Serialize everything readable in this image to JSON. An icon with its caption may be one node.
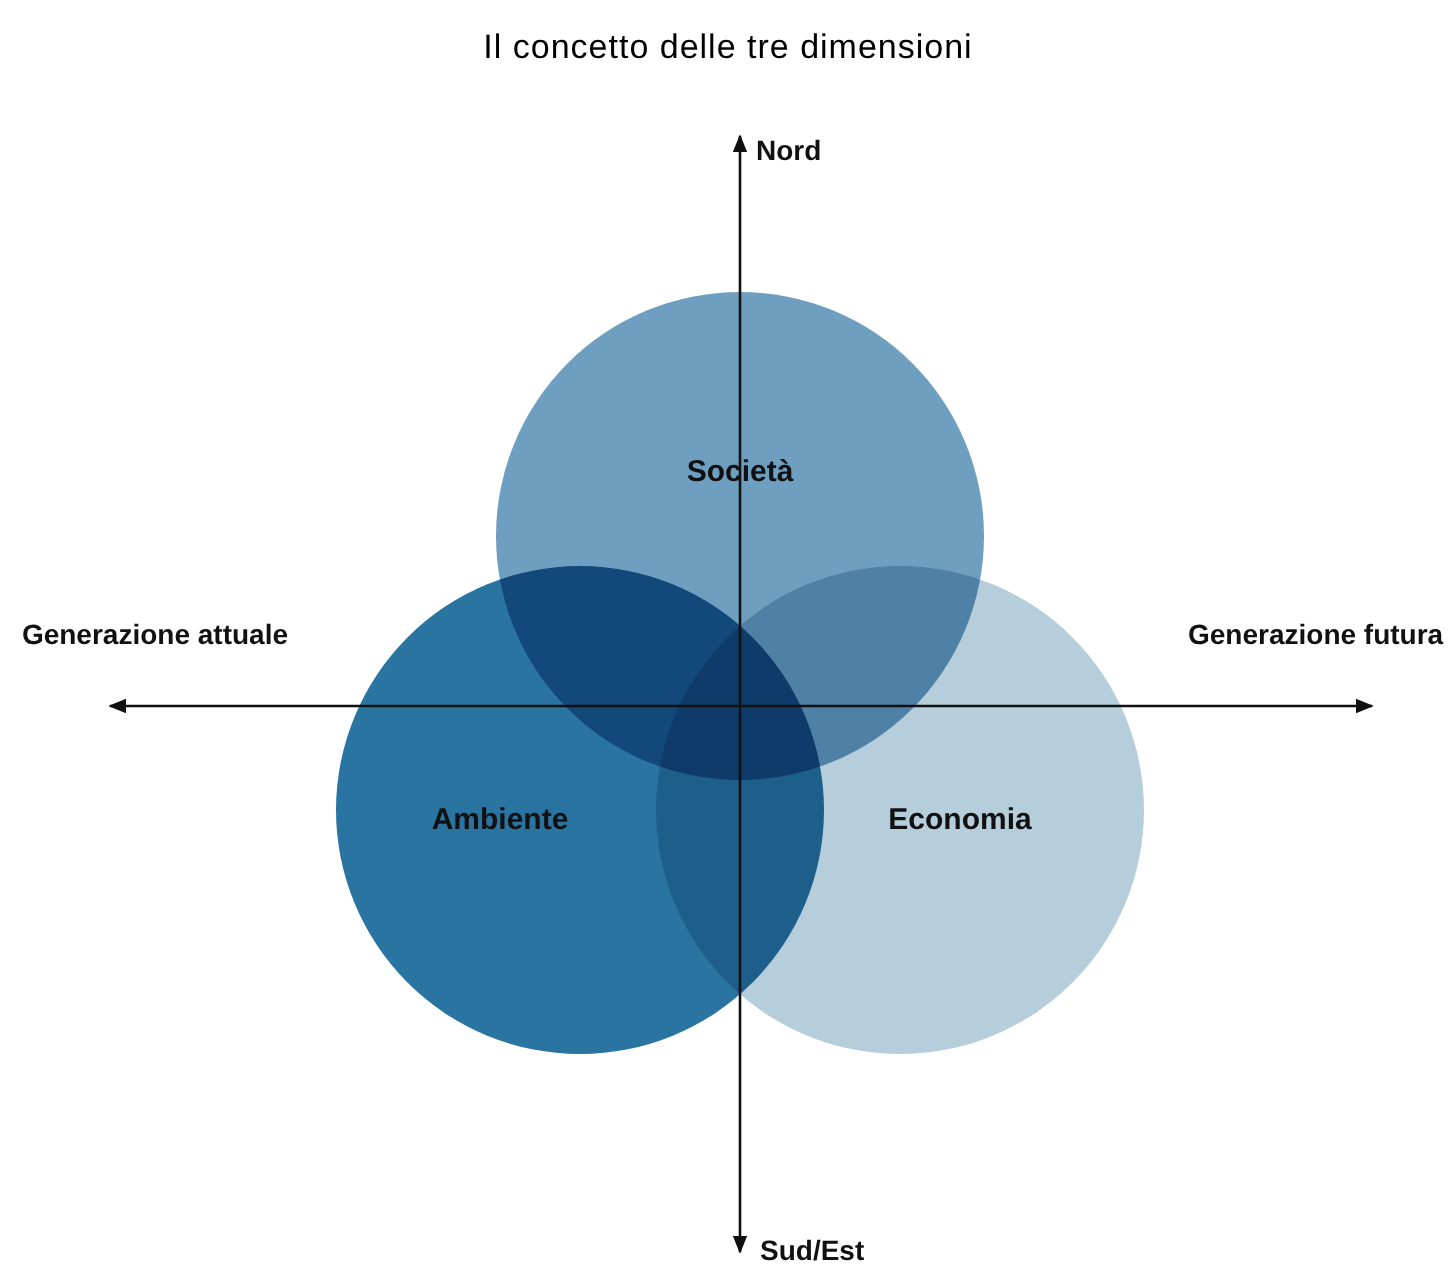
{
  "diagram": {
    "title": "Il concetto delle tre dimensioni",
    "nodes": [
      {
        "text": [
          "Società"
        ]
      },
      {
        "text": [
          "Ambiente"
        ]
      },
      {
        "text": [
          "Economia"
        ]
      }
    ],
    "labels": [
      "Nord",
      "Generazione attuale",
      "Generazione futura",
      "Sud/Est"
    ]
  }
}
